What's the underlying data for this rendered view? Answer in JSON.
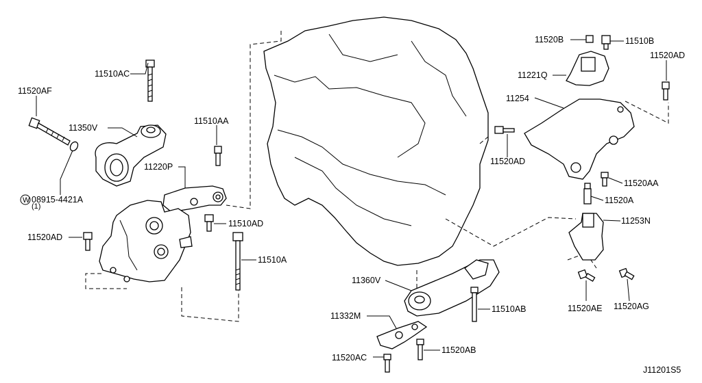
{
  "labels": {
    "p11510AC": "11510AC",
    "p11520AF": "11520AF",
    "p11350V": "11350V",
    "p08915": "08915-4421A",
    "p08915_qty": "(1)",
    "p08915_mark": "W",
    "p11510AA": "11510AA",
    "p11220P": "11220P",
    "p11520AD_left": "11520AD",
    "p11510AD": "11510AD",
    "p11510A": "11510A",
    "p11520B": "11520B",
    "p11510B": "11510B",
    "p11520AD_top": "11520AD",
    "p11221Q": "11221Q",
    "p11254": "11254",
    "p11520AD_mid": "11520AD",
    "p11520AA": "11520AA",
    "p11520A": "11520A",
    "p11253N": "11253N",
    "p11520AE": "11520AE",
    "p11520AG": "11520AG",
    "p11360V": "11360V",
    "p11510AB": "11510AB",
    "p11332M": "11332M",
    "p11520AC": "11520AC",
    "p11520AB": "11520AB"
  },
  "diagram_id": "J11201S5"
}
